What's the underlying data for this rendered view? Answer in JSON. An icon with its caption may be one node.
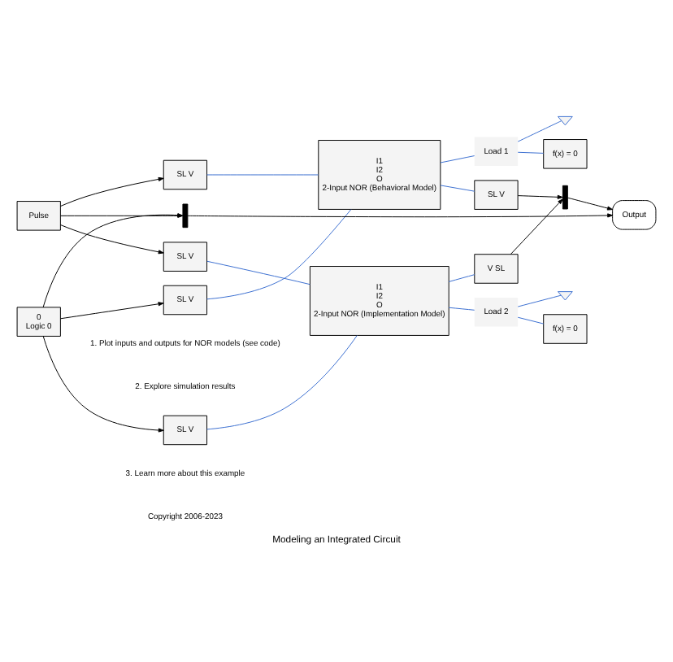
{
  "diagram": {
    "title": "Modeling an Integrated Circuit",
    "nodes": [
      {
        "text": [
          "Pulse"
        ]
      },
      {
        "text": [
          "0",
          "Logic 0"
        ]
      },
      {
        "text": [
          "SL V"
        ]
      },
      {
        "text": [
          "SL V"
        ]
      },
      {
        "text": [],
        "shape": "bar"
      },
      {
        "text": [
          "SL V"
        ]
      },
      {
        "text": [
          "SL V"
        ]
      },
      {
        "text": [
          "I1",
          "I2",
          "O",
          "2-Input NOR (Behavioral Model)"
        ]
      },
      {
        "text": [
          "I1",
          "I2",
          "O",
          "2-Input NOR (Implementation Model)"
        ]
      },
      {
        "text": [
          "Load 1"
        ]
      },
      {
        "text": [],
        "shape": "ground"
      },
      {
        "text": [
          "f(x) = 0"
        ]
      },
      {
        "text": [
          "SL V"
        ]
      },
      {
        "text": [
          "Load 2"
        ]
      },
      {
        "text": [],
        "shape": "ground"
      },
      {
        "text": [
          "f(x) = 0"
        ]
      },
      {
        "text": [
          "V SL"
        ]
      },
      {
        "text": [],
        "shape": "bar"
      },
      {
        "text": [
          "Output"
        ]
      }
    ],
    "edges": [
      {
        "from": 0,
        "to": 2,
        "arrow": "to",
        "color": "#000000"
      },
      {
        "from": 0,
        "to": 4,
        "arrow": "to",
        "color": "#000000"
      },
      {
        "from": 0,
        "to": 5,
        "arrow": "to",
        "color": "#000000"
      },
      {
        "from": 1,
        "to": 3,
        "arrow": "to",
        "color": "#000000"
      },
      {
        "from": 1,
        "to": 4,
        "arrow": "to",
        "color": "#000000"
      },
      {
        "from": 1,
        "to": 6,
        "arrow": "to",
        "color": "#000000"
      },
      {
        "from": 2,
        "to": 7,
        "arrow": "none"
      },
      {
        "from": 3,
        "to": 7,
        "arrow": "none"
      },
      {
        "from": 5,
        "to": 8,
        "arrow": "none"
      },
      {
        "from": 6,
        "to": 8,
        "arrow": "none"
      },
      {
        "from": 7,
        "to": 9,
        "arrow": "none"
      },
      {
        "from": 9,
        "to": 10,
        "arrow": "none"
      },
      {
        "from": 9,
        "to": 11,
        "arrow": "none"
      },
      {
        "from": 7,
        "to": 12,
        "arrow": "none"
      },
      {
        "from": 8,
        "to": 16,
        "arrow": "none"
      },
      {
        "from": 8,
        "to": 13,
        "arrow": "none"
      },
      {
        "from": 13,
        "to": 14,
        "arrow": "none"
      },
      {
        "from": 13,
        "to": 15,
        "arrow": "none"
      },
      {
        "from": 12,
        "to": 17,
        "arrow": "to",
        "color": "#000000"
      },
      {
        "from": 16,
        "to": 17,
        "arrow": "to",
        "color": "#000000"
      },
      {
        "from": 4,
        "to": 18,
        "arrow": "to",
        "color": "#000000"
      },
      {
        "from": 17,
        "to": 18,
        "arrow": "to",
        "color": "#000000"
      }
    ],
    "labels": [
      "1. Plot inputs and outputs for NOR models (see code)",
      "2. Explore simulation results",
      "3. Learn more about this example",
      "Copyright 2006-2023"
    ]
  }
}
